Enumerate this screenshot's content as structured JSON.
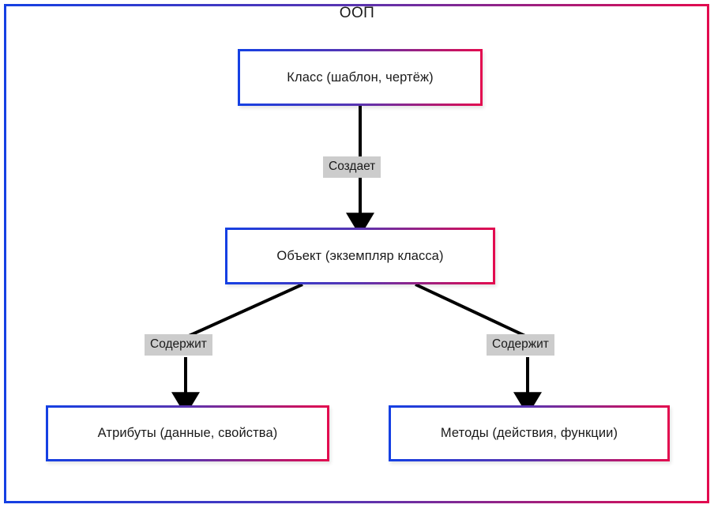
{
  "diagram": {
    "title": "ООП",
    "frame": {
      "gradient_start": "#1540e3",
      "gradient_mid": "#5a34b0",
      "gradient_end": "#e20b4f"
    },
    "nodes": [
      {
        "id": "class",
        "label": "Класс (шаблон, чертёж)"
      },
      {
        "id": "object",
        "label": "Объект (экземпляр класса)"
      },
      {
        "id": "attrs",
        "label": "Атрибуты (данные, свойства)"
      },
      {
        "id": "methods",
        "label": "Методы (действия, функции)"
      }
    ],
    "edges": [
      {
        "id": "class-to-object",
        "from": "class",
        "to": "object",
        "label": "Создает"
      },
      {
        "id": "object-to-attrs",
        "from": "object",
        "to": "attrs",
        "label": "Содержит"
      },
      {
        "id": "object-to-methods",
        "from": "object",
        "to": "methods",
        "label": "Содержит"
      }
    ],
    "edge_label_background": "#cccccc",
    "connector_color": "#000000"
  }
}
